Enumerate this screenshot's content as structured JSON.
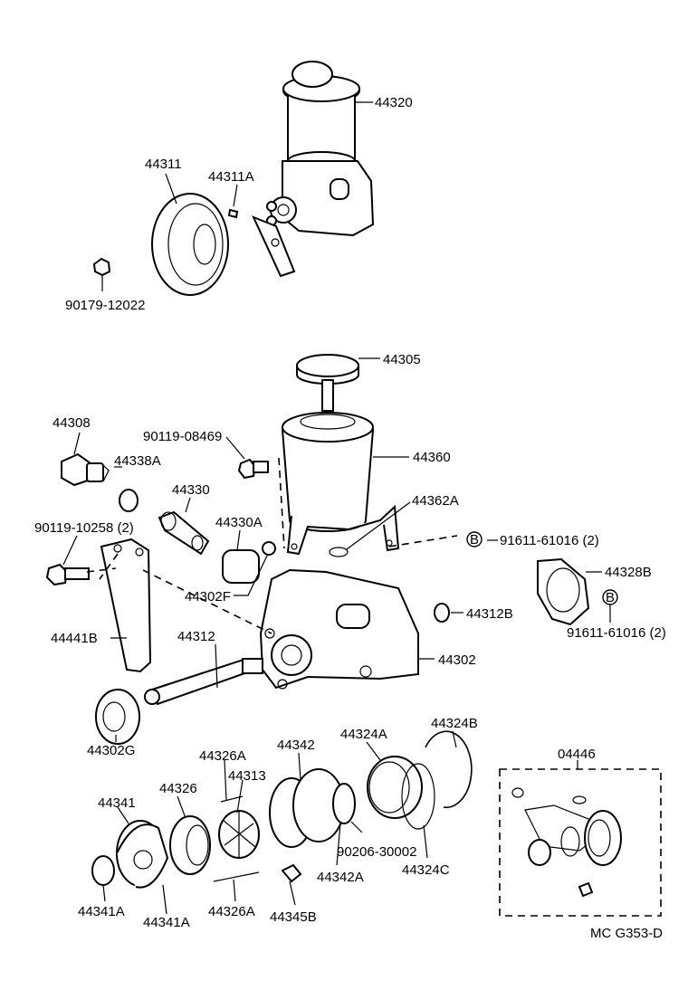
{
  "labels": {
    "p44320": "44320",
    "p44311": "44311",
    "p44311A": "44311A",
    "p9017912022": "90179-12022",
    "p44305": "44305",
    "p44308": "44308",
    "p9011908469": "90119-08469",
    "p44360": "44360",
    "p44338A": "44338A",
    "p44330": "44330",
    "p44362A": "44362A",
    "p9011910258": "90119-10258 (2)",
    "p44330A": "44330A",
    "p9161161016a": "91611-61016 (2)",
    "p44328B": "44328B",
    "p44302F": "44302F",
    "p44312B": "44312B",
    "p9161161016b": "91611-61016 (2)",
    "p44441B": "44441B",
    "p44312": "44312",
    "p44302": "44302",
    "p44302G": "44302G",
    "p44324B": "44324B",
    "p44342": "44342",
    "p44324A": "44324A",
    "p04446": "04446",
    "p44326A_top": "44326A",
    "p44313": "44313",
    "p44341": "44341",
    "p44326": "44326",
    "p9020630002": "90206-30002",
    "p44342A": "44342A",
    "p44324C": "44324C",
    "p44341A_left": "44341A",
    "p44341A_right": "44341A",
    "p44326A_bottom": "44326A",
    "p44345B": "44345B",
    "circleB1": "B",
    "circleB2": "B",
    "footer": "MC  G353-D"
  }
}
